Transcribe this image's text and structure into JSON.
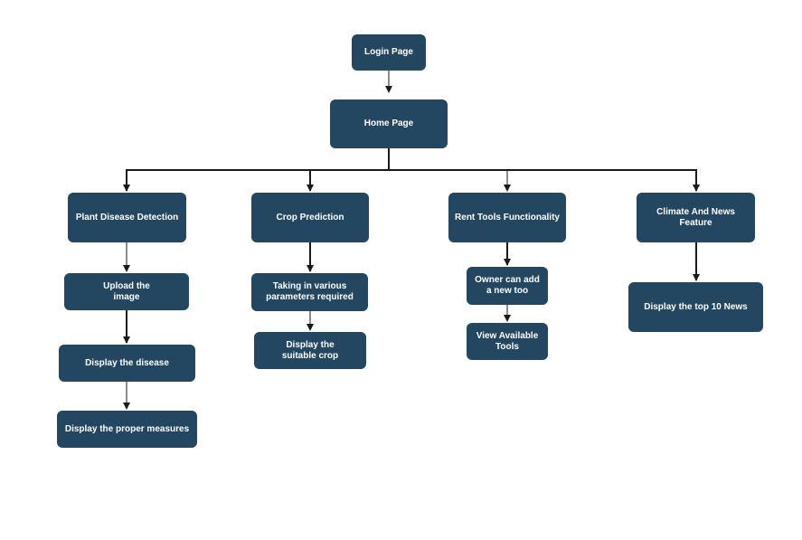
{
  "colors": {
    "node_fill": "#234760",
    "node_text": "#ffffff",
    "connector": "#1a1a1a"
  },
  "nodes": {
    "login": "Login Page",
    "home": "Home Page",
    "plant": "Plant Disease Detection",
    "crop": "Crop Prediction",
    "rent": "Rent Tools  Functionality",
    "climate": "Climate And News Feature",
    "upload": "Upload the\nimage",
    "disease": "Display the disease",
    "measures": "Display the proper measures",
    "params": "Taking in various\nparameters  required",
    "suitable": "Display the\nsuitable crop",
    "owner": "Owner can add\na new too",
    "view": "View Available\nTools",
    "news": "Display the top 10 News"
  }
}
